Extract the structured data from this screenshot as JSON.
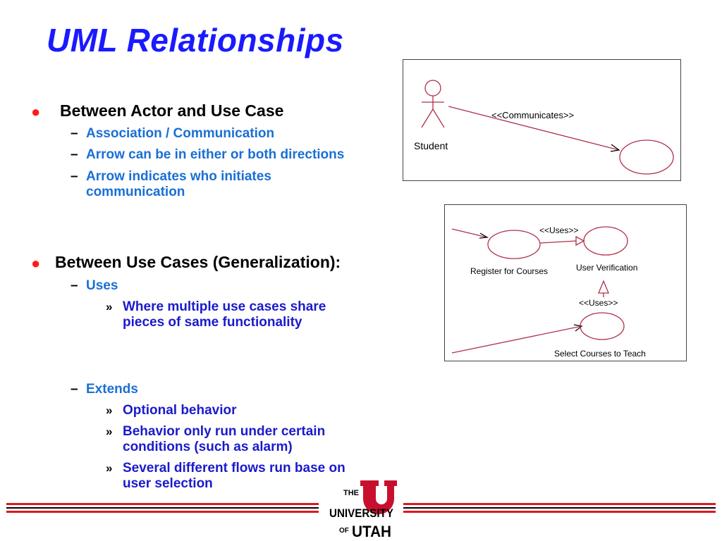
{
  "slide": {
    "title": "UML Relationships",
    "bullets": [
      {
        "text": "Between Actor and Use Case",
        "subitems": [
          {
            "text": "Association / Communication"
          },
          {
            "text": "Arrow can be in either or both directions"
          },
          {
            "lines": [
              "Arrow indicates who initiates",
              "communication"
            ]
          }
        ]
      },
      {
        "text": "Between Use Cases (Generalization):",
        "subitems": [
          {
            "text": "Uses",
            "subitems": [
              {
                "lines": [
                  "Where multiple use cases share",
                  "pieces of same functionality"
                ]
              }
            ]
          },
          {
            "text": "Extends",
            "subitems": [
              {
                "lines": [
                  "Optional behavior"
                ]
              },
              {
                "lines": [
                  "Behavior only run under certain",
                  "conditions (such as alarm)"
                ]
              },
              {
                "lines": [
                  "Several different flows run base on",
                  "user selection"
                ]
              }
            ]
          }
        ]
      }
    ]
  },
  "diagram1": {
    "actor_label": "Student",
    "association_label": "<<Communicates>>"
  },
  "diagram2": {
    "top_uses_label": "<<Uses>>",
    "left_usecase_label": "Register for Courses",
    "right_usecase_label": "User Verification",
    "bottom_uses_label": "<<Uses>>",
    "bottom_usecase_label": "Select Courses to Teach"
  },
  "footer": {
    "logo_the": "THE",
    "logo_university": "UNIVERSITY",
    "logo_of": "OF",
    "logo_utah": "UTAH",
    "rule_color": "#e0161f"
  },
  "colors": {
    "title": "#1a1aff",
    "bullet": "#ff1a1a",
    "level2": "#1a6fd4",
    "level3": "#1a1acc",
    "diagram_line": "#b0304a"
  }
}
